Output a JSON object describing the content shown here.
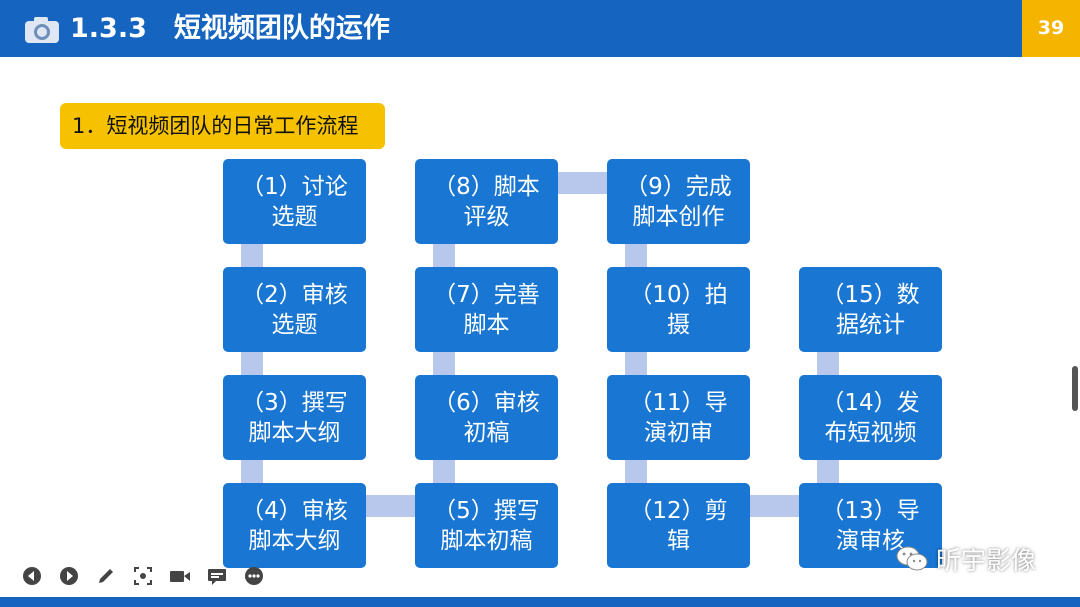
{
  "header": {
    "title": "1.3.3　短视频团队的运作",
    "page_number": "39",
    "icon": "camera-icon",
    "background": "#1565c0",
    "page_badge_color": "#f4b400"
  },
  "subtitle": "1．短视频团队的日常工作流程",
  "steps": [
    "（1）讨论\n选题",
    "（2）审核\n选题",
    "（3）撰写\n脚本大纲",
    "（4）审核\n脚本大纲",
    "（5）撰写\n脚本初稿",
    "（6）审核\n初稿",
    "（7）完善\n脚本",
    "（8）脚本\n评级",
    "（9）完成\n脚本创作",
    "（10）拍\n摄",
    "（11）导\n演初审",
    "（12）剪\n辑",
    "（13）导\n演审核",
    "（14）发\n布短视频",
    "（15）数\n据统计"
  ],
  "colors": {
    "box": "#1976d2",
    "connector": "#b8c8ec",
    "subtitle_bg": "#f6c200"
  },
  "toolbar": {
    "items": [
      "prev-icon",
      "next-icon",
      "pen-icon",
      "zoom-icon",
      "video-icon",
      "subtitle-icon",
      "more-icon"
    ]
  },
  "watermark": "昕宇影像"
}
